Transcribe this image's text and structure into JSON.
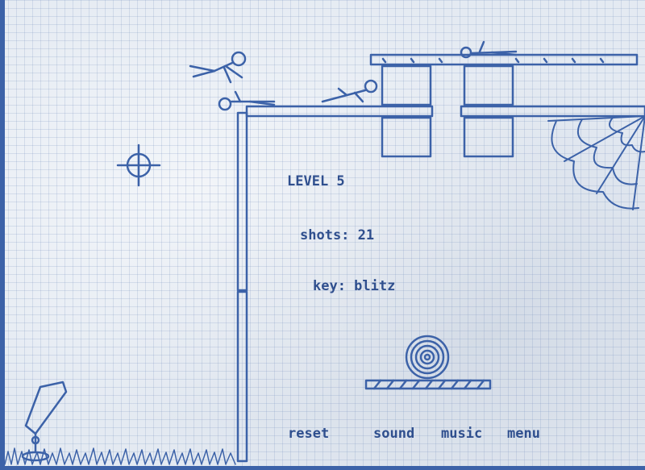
{
  "hud": {
    "level_label": "LEVEL 5",
    "shots_label": "shots: 21",
    "key_label": "key: blitz"
  },
  "menu": {
    "reset": "reset",
    "sound": "sound",
    "music": "music",
    "menu": "menu"
  },
  "colors": {
    "ink": "#3c62a8",
    "ink_dark": "#2f4f8e",
    "paper": "#e4eaf2"
  }
}
